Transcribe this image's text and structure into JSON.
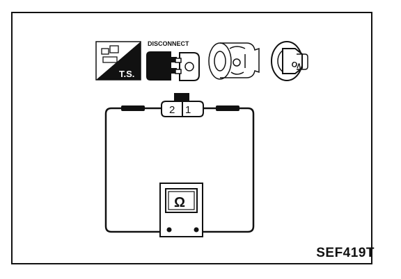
{
  "icons": {
    "ts": {
      "label": "T.S.",
      "name": "trouble-shooting-icon"
    },
    "disconnect": {
      "label": "DISCONNECT",
      "name": "disconnect-connector-icon"
    },
    "sensor": {
      "name": "throttle-sensor-icon"
    },
    "ignition": {
      "label": "ON",
      "name": "ignition-key-on-icon"
    }
  },
  "connector": {
    "pin_left": "2",
    "pin_right": "1"
  },
  "meter": {
    "symbol": "Ω"
  },
  "reference_code": "SEF419T"
}
